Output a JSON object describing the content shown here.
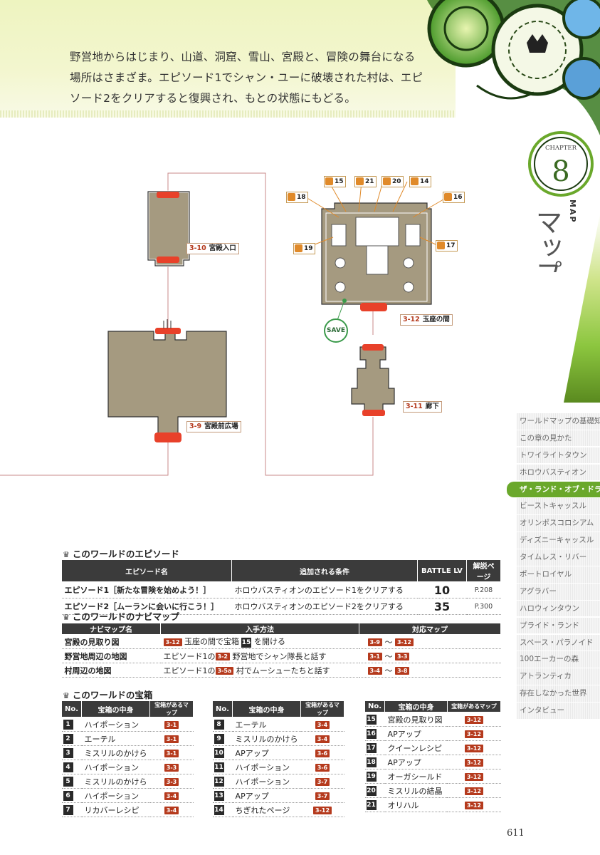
{
  "intro_text": "野営地からはじまり、山道、洞窟、雪山、宮殿と、冒険の舞台になる場所はさまざま。エピソード1でシャン・ユーに破壊された村は、エピソード2をクリアすると復興され、もとの状態にもどる。",
  "chapter": {
    "label": "CHAPTER",
    "number": "8"
  },
  "map_title": "マップ",
  "map_title_en": "MAP",
  "sidebar": {
    "items": [
      {
        "label": "ワールドマップの基礎知識",
        "active": false
      },
      {
        "label": "この章の見かた",
        "active": false
      },
      {
        "label": "トワイライトタウン",
        "active": false
      },
      {
        "label": "ホロウバスティオン",
        "active": false
      },
      {
        "label": "ザ・ランド・オブ・ドラゴン",
        "active": true
      },
      {
        "label": "ビーストキャッスル",
        "active": false
      },
      {
        "label": "オリンポスコロシアム",
        "active": false
      },
      {
        "label": "ディズニーキャッスル",
        "active": false
      },
      {
        "label": "タイムレス・リバー",
        "active": false
      },
      {
        "label": "ポートロイヤル",
        "active": false
      },
      {
        "label": "アグラバー",
        "active": false
      },
      {
        "label": "ハロウィンタウン",
        "active": false
      },
      {
        "label": "プライド・ランド",
        "active": false
      },
      {
        "label": "スペース・パラノイド",
        "active": false
      },
      {
        "label": "100エーカーの森",
        "active": false
      },
      {
        "label": "アトランティカ",
        "active": false
      },
      {
        "label": "存在しなかった世界",
        "active": false
      },
      {
        "label": "インタビュー",
        "active": false
      }
    ]
  },
  "maps": {
    "m310": {
      "id": "3-10",
      "name": "宮殿入口"
    },
    "m39": {
      "id": "3-9",
      "name": "宮殿前広場"
    },
    "m312": {
      "id": "3-12",
      "name": "玉座の間"
    },
    "m311": {
      "id": "3-11",
      "name": "廊下"
    },
    "save": "SAVE",
    "chests": [
      "15",
      "21",
      "20",
      "14",
      "18",
      "16",
      "19",
      "17"
    ]
  },
  "episodes": {
    "title": "このワールドのエピソード",
    "headers": [
      "エピソード名",
      "追加される条件",
      "BATTLE LV",
      "解説ページ"
    ],
    "rows": [
      {
        "name": "エピソード1［新たな冒険を始めよう！］",
        "cond": "ホロウバスティオンのエピソード1をクリアする",
        "lv": "10",
        "page": "P.208"
      },
      {
        "name": "エピソード2［ムーランに会いに行こう！］",
        "cond": "ホロウバスティオンのエピソード2をクリアする",
        "lv": "35",
        "page": "P.300"
      }
    ]
  },
  "navimap": {
    "title": "このワールドのナビマップ",
    "headers": [
      "ナビマップ名",
      "入手方法",
      "対応マップ"
    ],
    "tilde": "～",
    "rows": [
      {
        "name": "宮殿の見取り図",
        "ref": "3-12",
        "pre": "",
        "mid": "玉座の間で宝箱",
        "box": "15",
        "post": "を開ける",
        "from": "3-9",
        "to": "3-12"
      },
      {
        "name": "野営地周辺の地図",
        "ref": "3-2",
        "pre": "エピソード1の",
        "mid": "野営地でシャン隊長と話す",
        "box": "",
        "post": "",
        "from": "3-1",
        "to": "3-3"
      },
      {
        "name": "村周辺の地図",
        "ref": "3-5a",
        "pre": "エピソード1の",
        "mid": "村でムーシューたちと話す",
        "box": "",
        "post": "",
        "from": "3-4",
        "to": "3-8"
      }
    ]
  },
  "treasure": {
    "title": "このワールドの宝箱",
    "headers": [
      "No.",
      "宝箱の中身",
      "宝箱があるマップ"
    ],
    "col1": [
      {
        "no": "1",
        "item": "ハイポーション",
        "map": "3-1"
      },
      {
        "no": "2",
        "item": "エーテル",
        "map": "3-1"
      },
      {
        "no": "3",
        "item": "ミスリルのかけら",
        "map": "3-1"
      },
      {
        "no": "4",
        "item": "ハイポーション",
        "map": "3-3"
      },
      {
        "no": "5",
        "item": "ミスリルのかけら",
        "map": "3-3"
      },
      {
        "no": "6",
        "item": "ハイポーション",
        "map": "3-4"
      },
      {
        "no": "7",
        "item": "リカバーレシピ",
        "map": "3-4"
      }
    ],
    "col2": [
      {
        "no": "8",
        "item": "エーテル",
        "map": "3-4"
      },
      {
        "no": "9",
        "item": "ミスリルのかけら",
        "map": "3-4"
      },
      {
        "no": "10",
        "item": "APアップ",
        "map": "3-6"
      },
      {
        "no": "11",
        "item": "ハイポーション",
        "map": "3-6"
      },
      {
        "no": "12",
        "item": "ハイポーション",
        "map": "3-7"
      },
      {
        "no": "13",
        "item": "APアップ",
        "map": "3-7"
      },
      {
        "no": "14",
        "item": "ちぎれたページ",
        "map": "3-12"
      }
    ],
    "col3": [
      {
        "no": "15",
        "item": "宮殿の見取り図",
        "map": "3-12"
      },
      {
        "no": "16",
        "item": "APアップ",
        "map": "3-12"
      },
      {
        "no": "17",
        "item": "クイーンレシピ",
        "map": "3-12"
      },
      {
        "no": "18",
        "item": "APアップ",
        "map": "3-12"
      },
      {
        "no": "19",
        "item": "オーガシールド",
        "map": "3-12"
      },
      {
        "no": "20",
        "item": "ミスリルの結晶",
        "map": "3-12"
      },
      {
        "no": "21",
        "item": "オリハル",
        "map": "3-12"
      }
    ]
  },
  "page_number": "611",
  "colors": {
    "accent_green": "#6aa82b",
    "ref_red": "#b53a1d",
    "map_fill": "#a59a80",
    "door_red": "#e8412a"
  }
}
